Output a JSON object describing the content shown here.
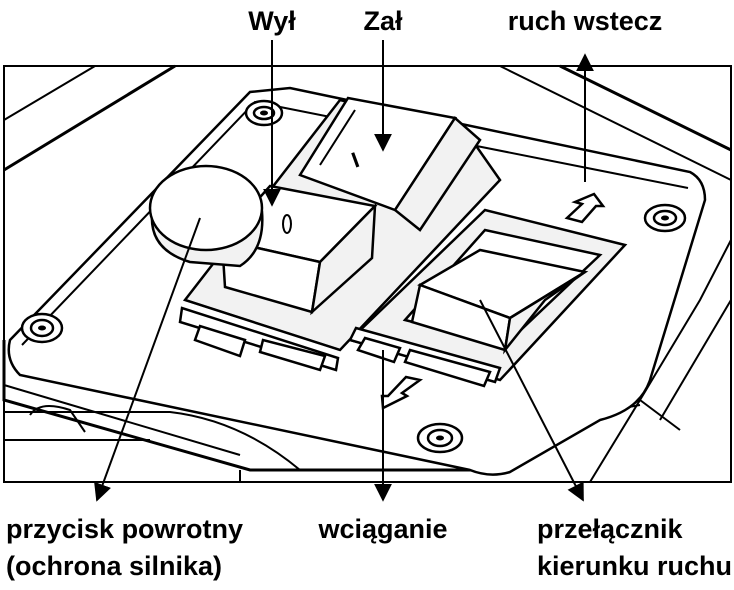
{
  "labels": {
    "off": "Wył",
    "on": "Zał",
    "reverse": "ruch wstecz",
    "reset_button_line1": "przycisk powrotny",
    "reset_button_line2": "(ochrona silnika)",
    "retract": "wciąganie",
    "direction_switch_line1": "przełącznik",
    "direction_switch_line2": "kierunku ruchu"
  },
  "switch_marks": {
    "off_symbol": "0",
    "on_symbol": "I"
  },
  "colors": {
    "ink": "#000000",
    "background": "#ffffff"
  }
}
